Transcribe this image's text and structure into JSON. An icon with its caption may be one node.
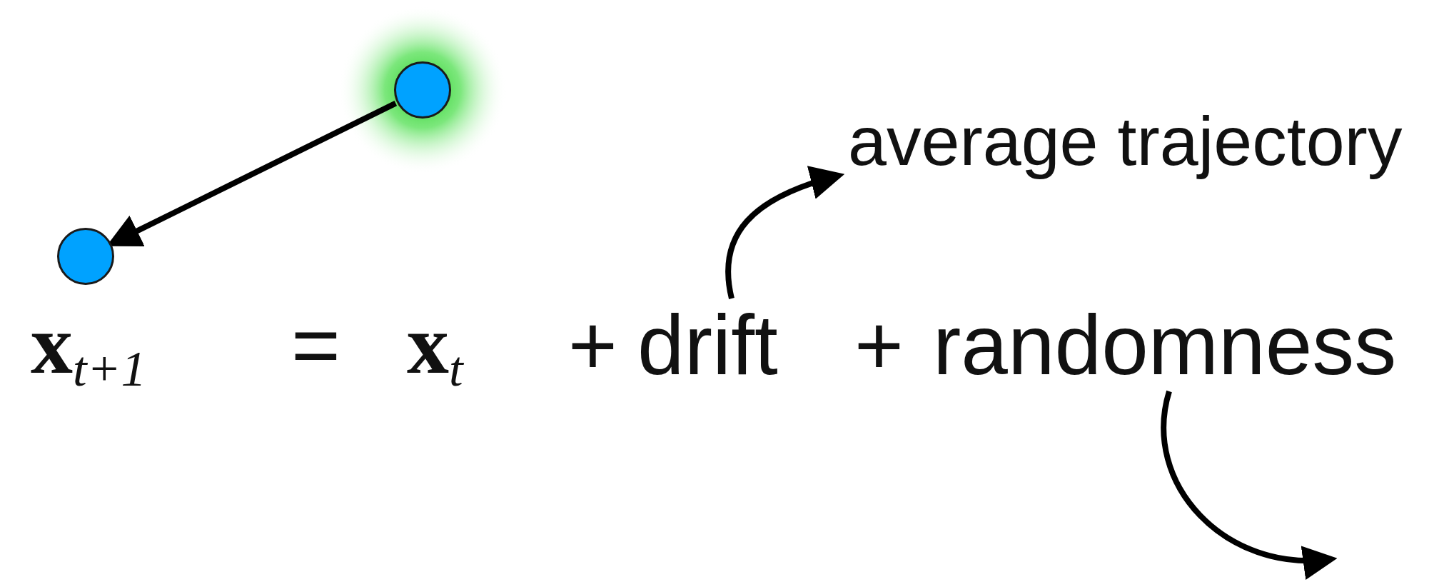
{
  "diagram": {
    "nodes": [
      {
        "text": [],
        "shape": "circle"
      },
      {
        "text": [],
        "shape": "circle"
      },
      {
        "text": [
          "drift"
        ]
      },
      {
        "text": [
          "average trajectory"
        ]
      },
      {
        "text": [
          "randomness"
        ]
      }
    ],
    "edges": [
      {
        "from": 0,
        "to": 1,
        "arrow": "to"
      },
      {
        "from": 2,
        "to": 3,
        "arrow": "to"
      },
      {
        "from": 4,
        "to": null,
        "arrow": "to"
      }
    ],
    "labels": [
      "**x**$_{t+1}$",
      "=",
      "**x**$_{t}$",
      "+",
      "+"
    ]
  }
}
